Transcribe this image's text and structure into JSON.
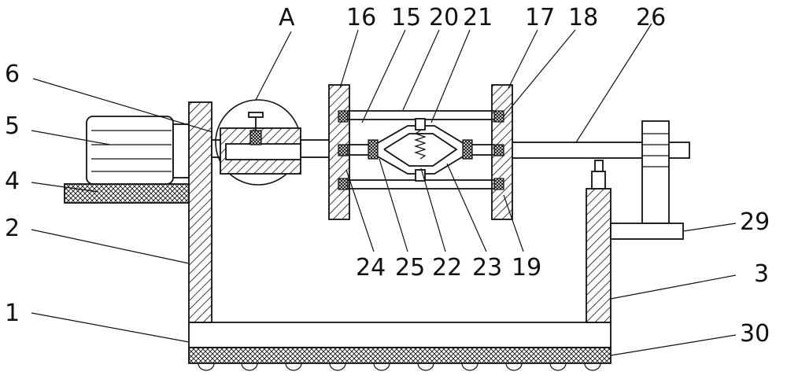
{
  "figure": {
    "labels": {
      "detail_a": "A",
      "p1": "1",
      "p2": "2",
      "p3": "3",
      "p4": "4",
      "p5": "5",
      "p6": "6",
      "p15": "15",
      "p16": "16",
      "p17": "17",
      "p18": "18",
      "p19": "19",
      "p20": "20",
      "p21": "21",
      "p22": "22",
      "p23": "23",
      "p24": "24",
      "p25": "25",
      "p26": "26",
      "p29": "29",
      "p30": "30"
    }
  }
}
